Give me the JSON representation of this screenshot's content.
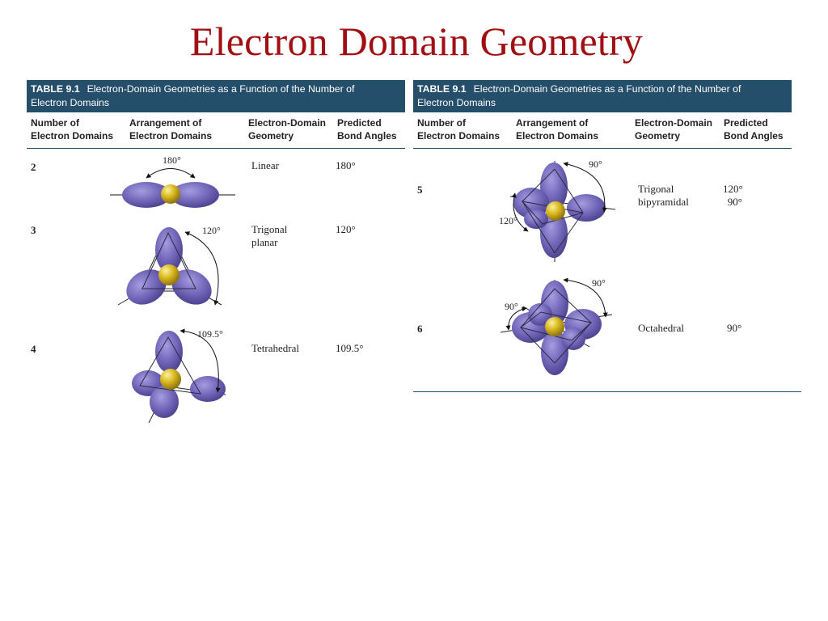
{
  "slide": {
    "title": "Electron Domain Geometry"
  },
  "table": {
    "number": "TABLE 9.1",
    "caption_line1": "Electron-Domain Geometries as a Function of the Number of",
    "caption_line2": "Electron Domains",
    "headers": {
      "col1_line1": "Number of",
      "col1_line2": "Electron Domains",
      "col2_line1": "Arrangement of",
      "col2_line2": "Electron Domains",
      "col3_line1": "Electron-Domain",
      "col3_line2": "Geometry",
      "col4_line1": "Predicted",
      "col4_line2": "Bond Angles"
    },
    "rows": [
      {
        "domains": "2",
        "geometry_line1": "Linear",
        "geometry_line2": "",
        "angle_line1": "180°",
        "angle_line2": "",
        "diagram_labels": [
          "180°"
        ]
      },
      {
        "domains": "3",
        "geometry_line1": "Trigonal",
        "geometry_line2": "planar",
        "angle_line1": "120°",
        "angle_line2": "",
        "diagram_labels": [
          "120°"
        ]
      },
      {
        "domains": "4",
        "geometry_line1": "Tetrahedral",
        "geometry_line2": "",
        "angle_line1": "109.5°",
        "angle_line2": "",
        "diagram_labels": [
          "109.5°"
        ]
      },
      {
        "domains": "5",
        "geometry_line1": "Trigonal",
        "geometry_line2": "bipyramidal",
        "angle_line1": "120°",
        "angle_line2": "90°",
        "diagram_labels": [
          "90°",
          "120°"
        ]
      },
      {
        "domains": "6",
        "geometry_line1": "Octahedral",
        "geometry_line2": "",
        "angle_line1": "90°",
        "angle_line2": "",
        "diagram_labels": [
          "90°",
          "90°"
        ]
      }
    ]
  },
  "colors": {
    "title": "#a00f14",
    "header_bar": "#254e6b",
    "lobe": "#7166b8",
    "nucleus": "#d4b21c"
  }
}
